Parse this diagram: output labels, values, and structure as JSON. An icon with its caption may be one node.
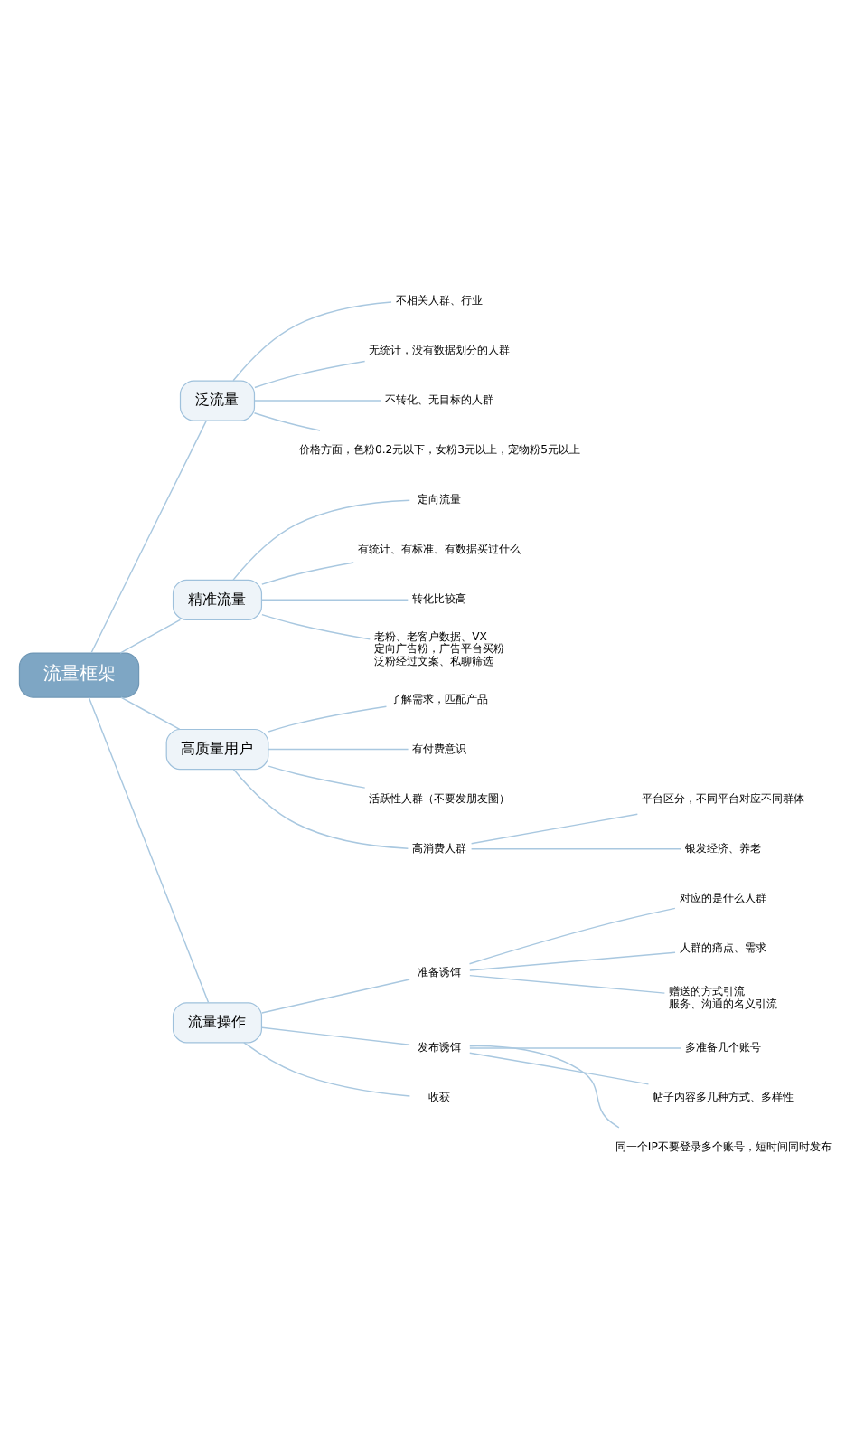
{
  "diagram": {
    "nodes": [
      {
        "text": [
          "流量框架"
        ]
      },
      {
        "text": [
          "泛流量"
        ]
      },
      {
        "text": [
          "不相关人群、行业"
        ]
      },
      {
        "text": [
          "无统计，没有数据划分的人群"
        ]
      },
      {
        "text": [
          "不转化、无目标的人群"
        ]
      },
      {
        "text": [
          "价格方面，色粉0.2元以下，女粉3元以上，宠物粉5元以上"
        ]
      },
      {
        "text": [
          "精准流量"
        ]
      },
      {
        "text": [
          "定向流量"
        ]
      },
      {
        "text": [
          "有统计、有标准、有数据买过什么"
        ]
      },
      {
        "text": [
          "转化比较高"
        ]
      },
      {
        "text": [
          "老粉、老客户数据、VX",
          "定向广告粉，广告平台买粉",
          "泛粉经过文案、私聊筛选"
        ]
      },
      {
        "text": [
          "高质量用户"
        ]
      },
      {
        "text": [
          "了解需求，匹配产品"
        ]
      },
      {
        "text": [
          "有付费意识"
        ]
      },
      {
        "text": [
          "活跃性人群（不要发朋友圈）"
        ]
      },
      {
        "text": [
          "高消费人群"
        ]
      },
      {
        "text": [
          "平台区分，不同平台对应不同群体"
        ]
      },
      {
        "text": [
          "银发经济、养老"
        ]
      },
      {
        "text": [
          "流量操作"
        ]
      },
      {
        "text": [
          "准备诱饵"
        ]
      },
      {
        "text": [
          "对应的是什么人群"
        ]
      },
      {
        "text": [
          "人群的痛点、需求"
        ]
      },
      {
        "text": [
          "赠送的方式引流",
          "服务、沟通的名义引流"
        ]
      },
      {
        "text": [
          "发布诱饵"
        ]
      },
      {
        "text": [
          "多准备几个账号"
        ]
      },
      {
        "text": [
          "帖子内容多几种方式、多样性"
        ]
      },
      {
        "text": [
          "同一个IP不要登录多个账号，短时间同时发布"
        ]
      },
      {
        "text": [
          "收获"
        ]
      }
    ],
    "edges": [
      {
        "from": 0,
        "to": 1,
        "arrow": "none"
      },
      {
        "from": 1,
        "to": 2,
        "arrow": "none"
      },
      {
        "from": 1,
        "to": 3,
        "arrow": "none"
      },
      {
        "from": 1,
        "to": 4,
        "arrow": "none"
      },
      {
        "from": 1,
        "to": 5,
        "arrow": "none"
      },
      {
        "from": 0,
        "to": 6,
        "arrow": "none"
      },
      {
        "from": 6,
        "to": 7,
        "arrow": "none"
      },
      {
        "from": 6,
        "to": 8,
        "arrow": "none"
      },
      {
        "from": 6,
        "to": 9,
        "arrow": "none"
      },
      {
        "from": 6,
        "to": 10,
        "arrow": "none"
      },
      {
        "from": 0,
        "to": 11,
        "arrow": "none"
      },
      {
        "from": 11,
        "to": 12,
        "arrow": "none"
      },
      {
        "from": 11,
        "to": 13,
        "arrow": "none"
      },
      {
        "from": 11,
        "to": 14,
        "arrow": "none"
      },
      {
        "from": 11,
        "to": 15,
        "arrow": "none"
      },
      {
        "from": 15,
        "to": 16,
        "arrow": "none"
      },
      {
        "from": 15,
        "to": 17,
        "arrow": "none"
      },
      {
        "from": 0,
        "to": 18,
        "arrow": "none"
      },
      {
        "from": 18,
        "to": 19,
        "arrow": "none"
      },
      {
        "from": 19,
        "to": 20,
        "arrow": "none"
      },
      {
        "from": 19,
        "to": 21,
        "arrow": "none"
      },
      {
        "from": 19,
        "to": 22,
        "arrow": "none"
      },
      {
        "from": 18,
        "to": 23,
        "arrow": "none"
      },
      {
        "from": 23,
        "to": 24,
        "arrow": "none"
      },
      {
        "from": 23,
        "to": 25,
        "arrow": "none"
      },
      {
        "from": 23,
        "to": 26,
        "arrow": "none"
      },
      {
        "from": 18,
        "to": 27,
        "arrow": "none"
      }
    ]
  }
}
